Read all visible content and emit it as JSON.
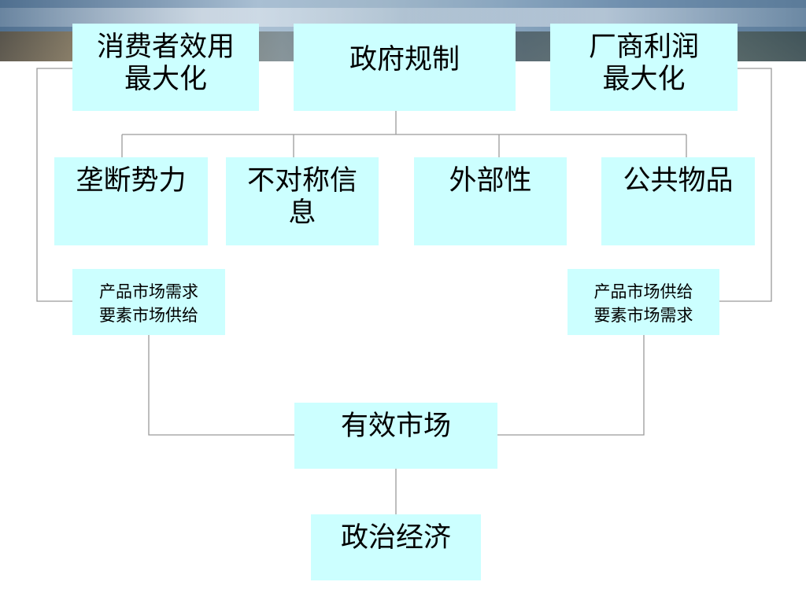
{
  "diagram": {
    "top": {
      "consumer": "消费者效用最大化",
      "government": "政府规制",
      "producer": "厂商利润最大化"
    },
    "failures": [
      "垄断势力",
      "不对称信息",
      "外部性",
      "公共物品"
    ],
    "left_market": [
      "产品市场需求",
      "要素市场供给"
    ],
    "right_market": [
      "产品市场供给",
      "要素市场需求"
    ],
    "efficient_market": "有效市场",
    "political_economy": "政治经济"
  },
  "colors": {
    "box_fill": "#ccffff",
    "connector": "#808080"
  }
}
